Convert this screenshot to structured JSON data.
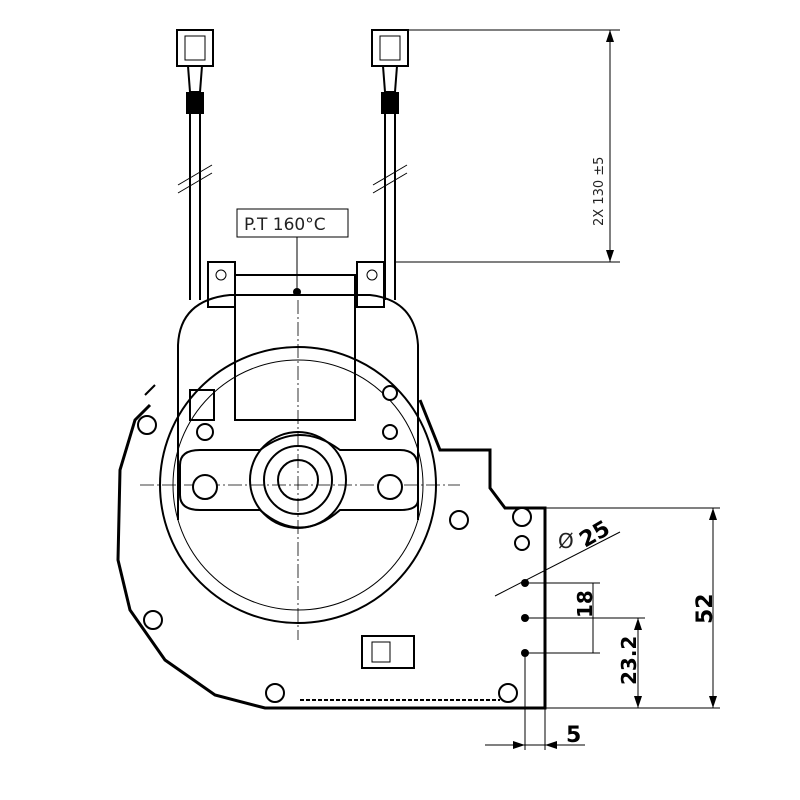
{
  "drawing": {
    "thermal_protector_label": "P.T 160°C",
    "wire_length_dim": "2X 130 ±5",
    "hole_diameter_symbol": "Ø",
    "hole_diameter_dim": "25",
    "hole_spacing_dim": "18",
    "hole_offset_dim": "23.2",
    "flange_height_dim": "52",
    "flange_offset_dim": "5"
  }
}
